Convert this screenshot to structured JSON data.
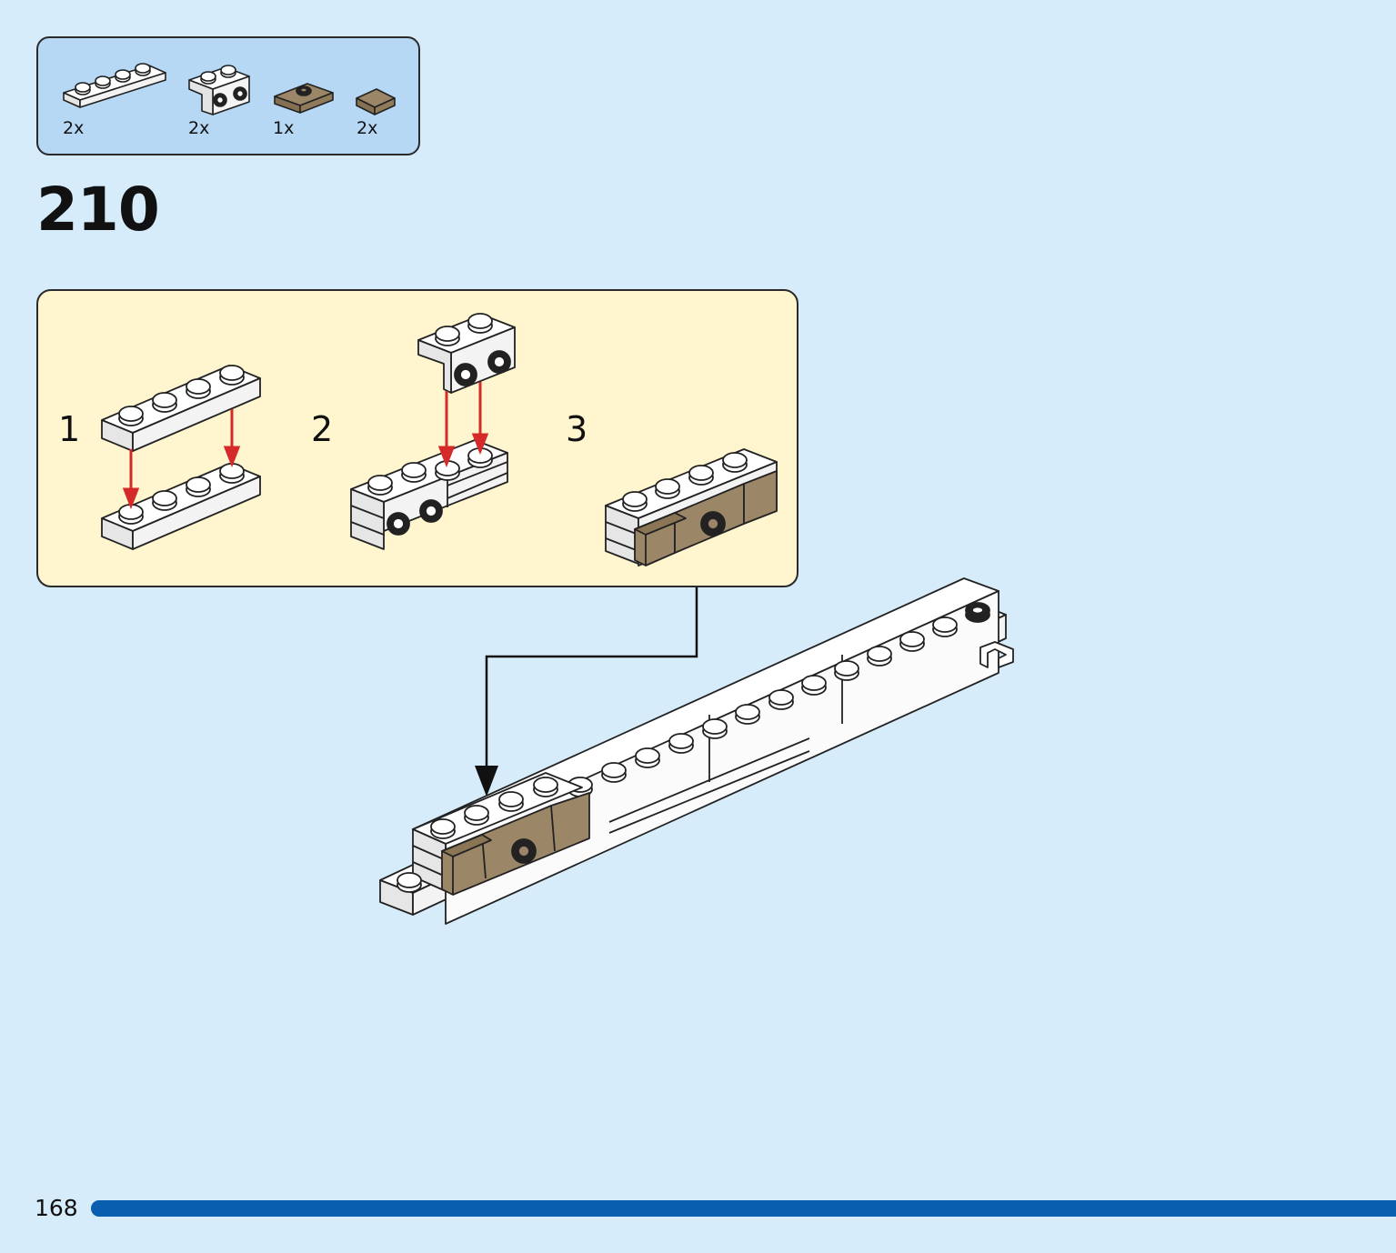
{
  "parts_list": {
    "items": [
      {
        "name": "white-plate-1x4",
        "quantity": "2x"
      },
      {
        "name": "white-bracket-1x2",
        "quantity": "2x"
      },
      {
        "name": "dark-tan-jumper-plate",
        "quantity": "1x"
      },
      {
        "name": "dark-tan-tile-1x1",
        "quantity": "2x"
      }
    ]
  },
  "step": {
    "number": "210"
  },
  "sub_steps": [
    {
      "number": "1"
    },
    {
      "number": "2"
    },
    {
      "number": "3"
    }
  ],
  "footer": {
    "page_number": "168"
  },
  "colors": {
    "page_background": "#d6ecfb",
    "parts_box": "#b6d8f4",
    "sub_assembly_box": "#fff5cf",
    "arrow_red": "#d42a2a",
    "brick_white": "#ffffff",
    "brick_dark_tan": "#9b8767",
    "progress_bar": "#0a5eb0"
  }
}
